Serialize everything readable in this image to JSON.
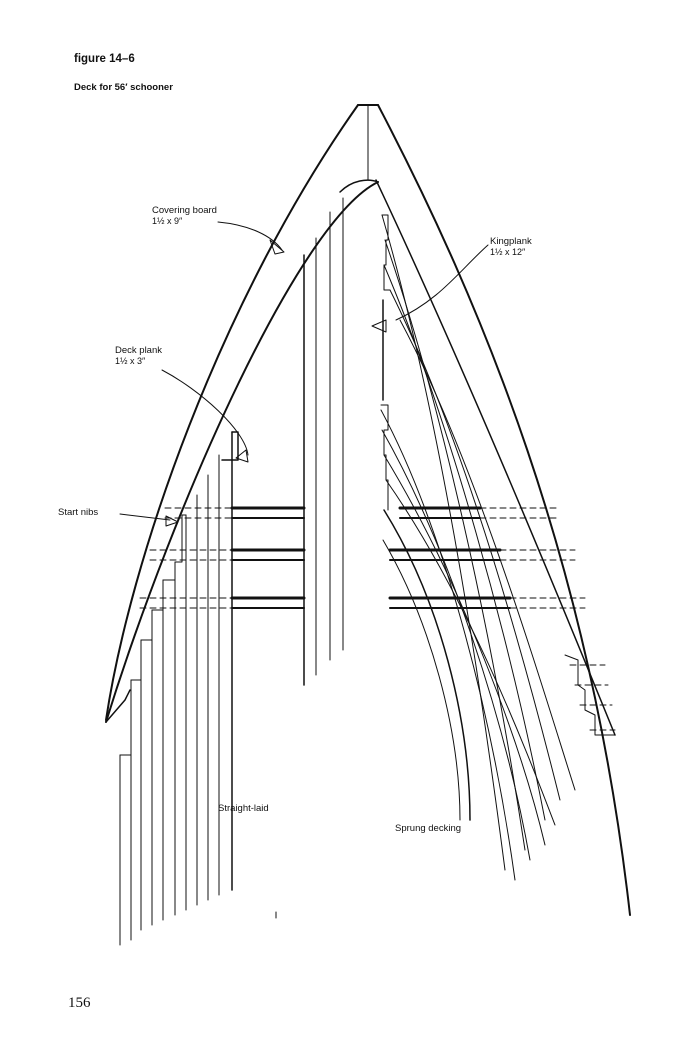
{
  "figure": {
    "number": "figure 14–6",
    "caption": "Deck for 56′ schooner"
  },
  "labels": {
    "covering_board": {
      "name": "Covering board",
      "size": "1½ x 9″"
    },
    "kingplank": {
      "name": "Kingplank",
      "size": "1½ x 12″"
    },
    "deck_plank": {
      "name": "Deck plank",
      "size": "1½ x 3″"
    },
    "start_nibs": "Start nibs",
    "straight_laid": "Straight-laid",
    "sprung_decking": "Sprung decking"
  },
  "page_number": "156"
}
